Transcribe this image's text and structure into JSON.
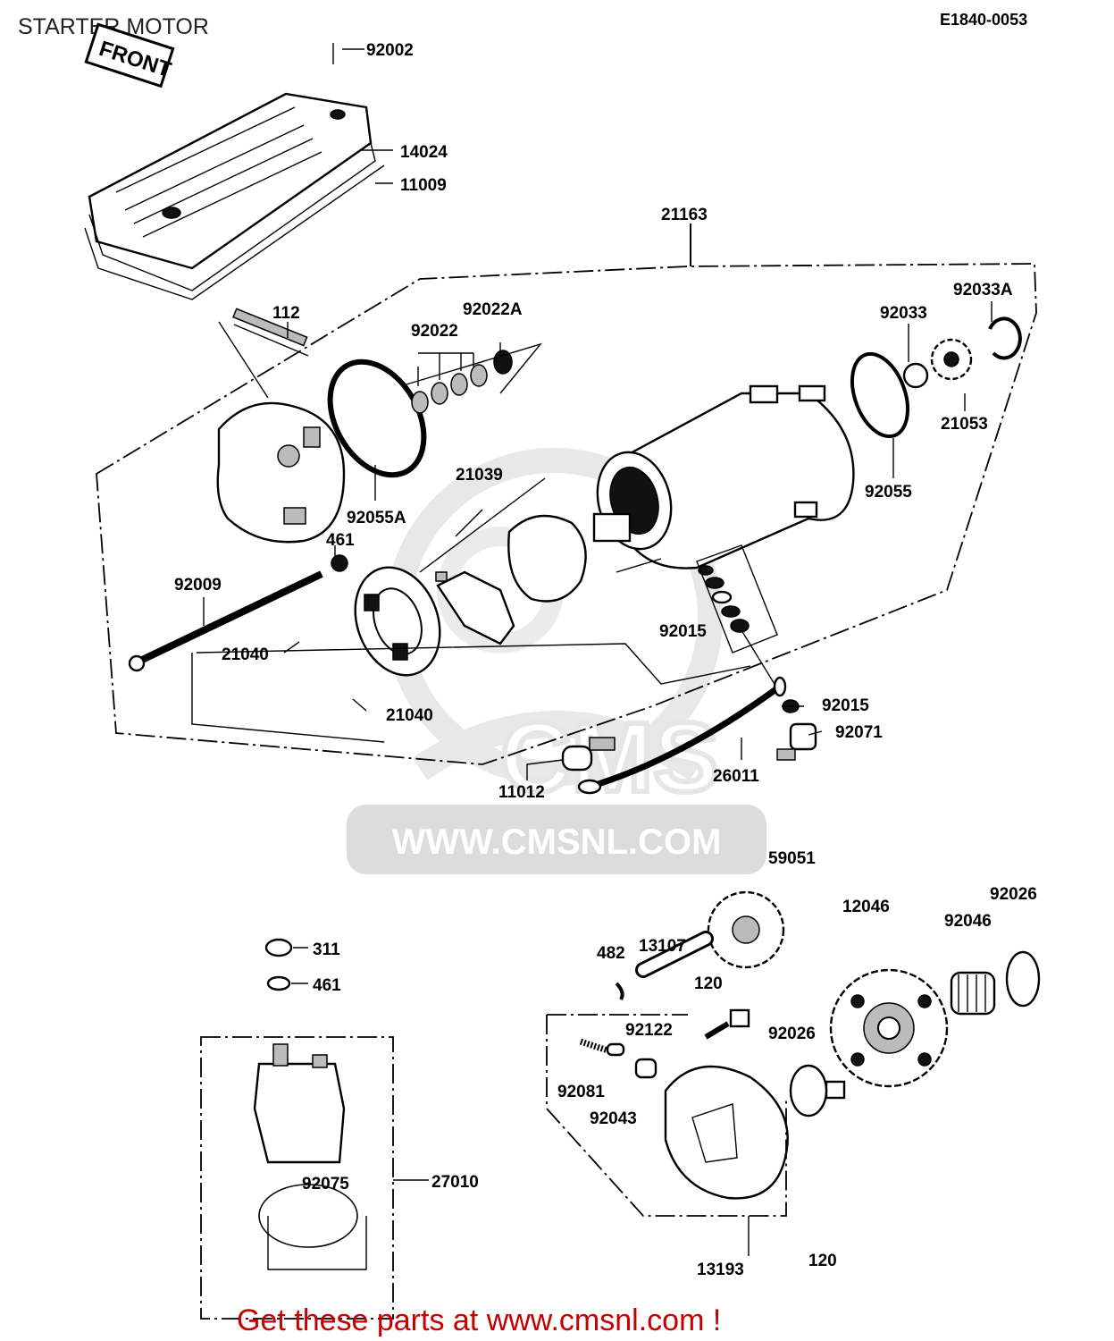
{
  "diagram": {
    "title": "STARTER MOTOR",
    "code": "E1840-0053",
    "front_tag": "FRONT",
    "watermark": {
      "brand": "CMS",
      "url": "WWW.CMSNL.COM"
    },
    "cta": "Get these parts at www.cmsnl.com !",
    "labels": [
      "92002",
      "14024",
      "11009",
      "21163",
      "112",
      "92022",
      "92022A",
      "92033",
      "92033A",
      "21053",
      "92055",
      "92055A",
      "21039",
      "461",
      "92009",
      "21040",
      "21040",
      "92015",
      "92015",
      "92071",
      "26011",
      "11012",
      "59051",
      "13107",
      "482",
      "120",
      "12046",
      "92046",
      "92026",
      "92026",
      "92122",
      "92081",
      "92043",
      "13193",
      "120",
      "311",
      "461",
      "92075",
      "27010"
    ]
  }
}
